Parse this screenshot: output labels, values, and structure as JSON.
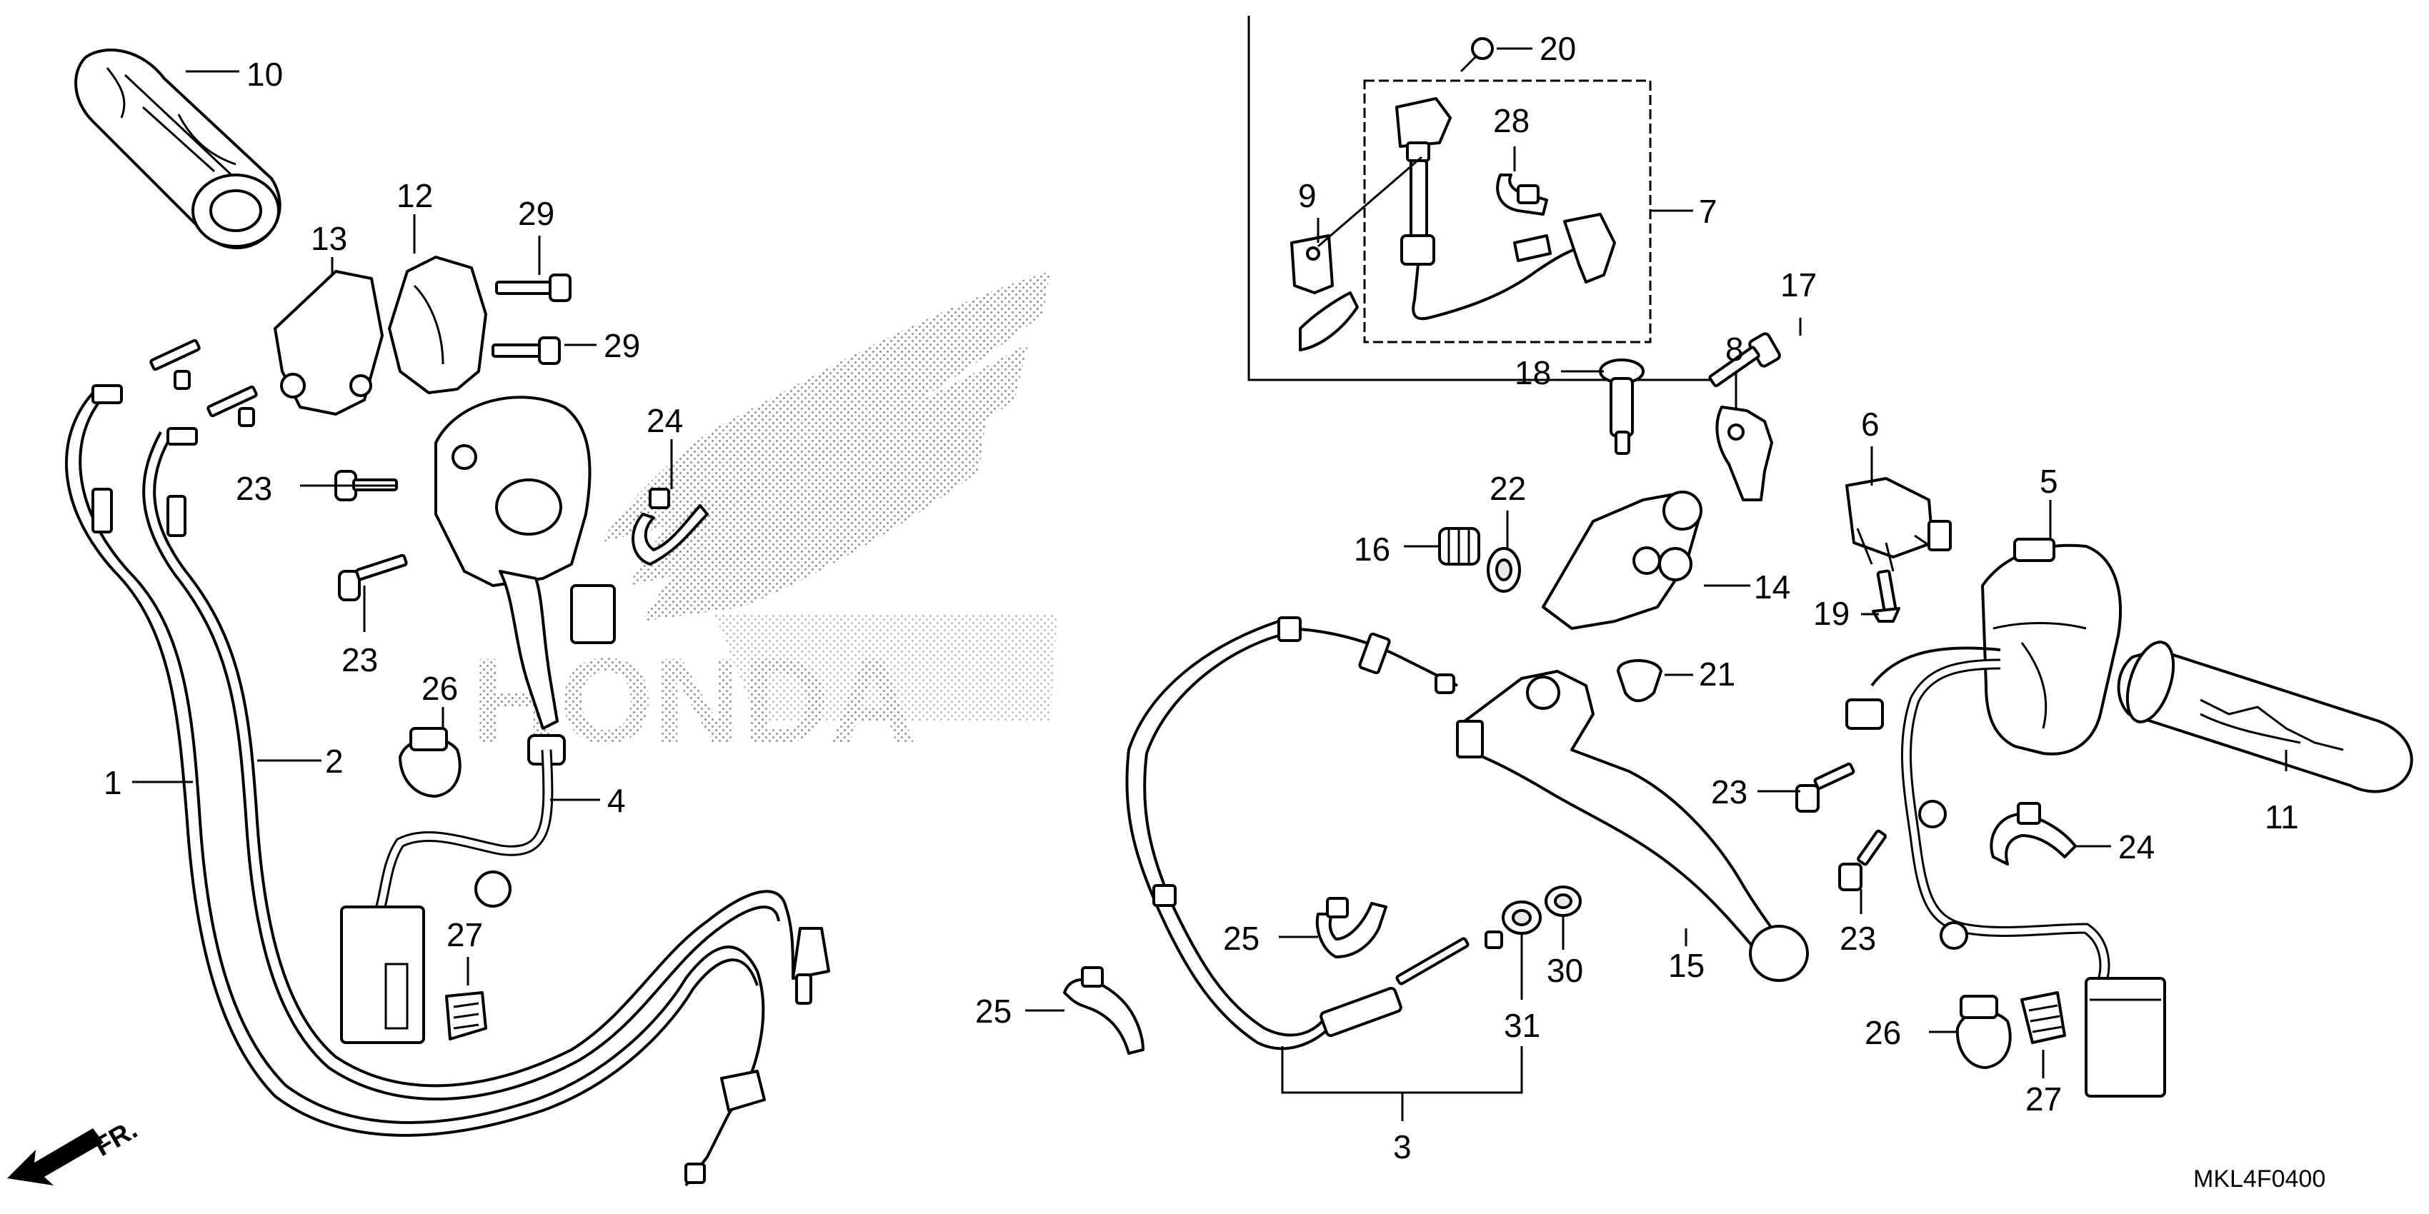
{
  "callouts": [
    {
      "id": "c10a",
      "text": "10"
    },
    {
      "id": "c12a",
      "text": "12"
    },
    {
      "id": "c13a",
      "text": "13"
    },
    {
      "id": "c29a",
      "text": "29"
    },
    {
      "id": "c29b",
      "text": "29"
    },
    {
      "id": "c24a",
      "text": "24"
    },
    {
      "id": "c23a",
      "text": "23"
    },
    {
      "id": "c23b",
      "text": "23"
    },
    {
      "id": "c26a",
      "text": "26"
    },
    {
      "id": "c1a",
      "text": "1"
    },
    {
      "id": "c2a",
      "text": "2"
    },
    {
      "id": "c4a",
      "text": "4"
    },
    {
      "id": "c27a",
      "text": "27"
    },
    {
      "id": "c20a",
      "text": "20"
    },
    {
      "id": "c28a",
      "text": "28"
    },
    {
      "id": "c9a",
      "text": "9"
    },
    {
      "id": "c7a",
      "text": "7"
    },
    {
      "id": "c17a",
      "text": "17"
    },
    {
      "id": "c8a",
      "text": "8"
    },
    {
      "id": "c18a",
      "text": "18"
    },
    {
      "id": "c6a",
      "text": "6"
    },
    {
      "id": "c22a",
      "text": "22"
    },
    {
      "id": "c16a",
      "text": "16"
    },
    {
      "id": "c14a",
      "text": "14"
    },
    {
      "id": "c5a",
      "text": "5"
    },
    {
      "id": "c19a",
      "text": "19"
    },
    {
      "id": "c21a",
      "text": "21"
    },
    {
      "id": "c11a",
      "text": "11"
    },
    {
      "id": "c23c",
      "text": "23"
    },
    {
      "id": "c24b",
      "text": "24"
    },
    {
      "id": "c23d",
      "text": "23"
    },
    {
      "id": "c25a",
      "text": "25"
    },
    {
      "id": "c25b",
      "text": "25"
    },
    {
      "id": "c30a",
      "text": "30"
    },
    {
      "id": "c15a",
      "text": "15"
    },
    {
      "id": "c31a",
      "text": "31"
    },
    {
      "id": "c3a",
      "text": "3"
    },
    {
      "id": "c26b",
      "text": "26"
    },
    {
      "id": "c27b",
      "text": "27"
    }
  ],
  "direction_label": "FR.",
  "diagram_code": "MKL4F0400",
  "watermark": "HONDA"
}
